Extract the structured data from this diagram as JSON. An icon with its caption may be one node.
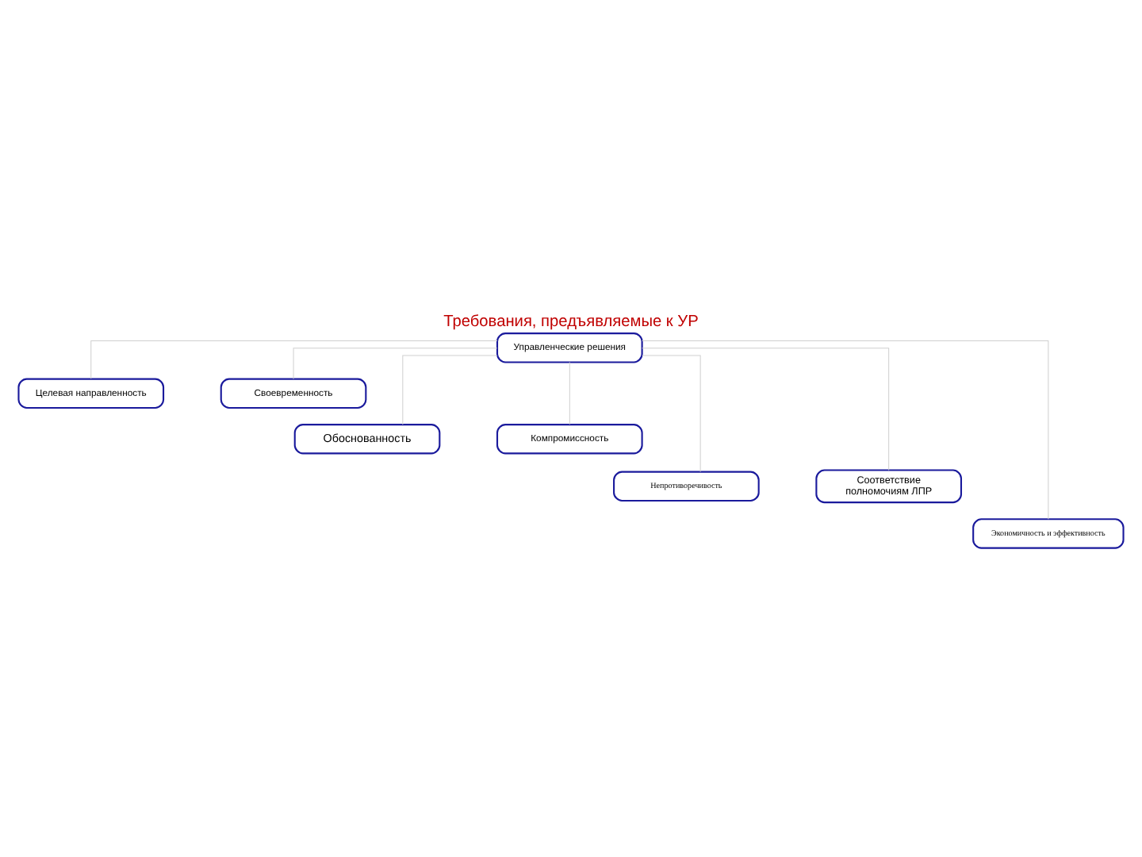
{
  "diagram": {
    "title": "Требования, предъявляемые к УР",
    "nodes": [
      {
        "text": [
          "Управленческие решения"
        ]
      },
      {
        "text": [
          "Целевая направленность"
        ]
      },
      {
        "text": [
          "Своевременность"
        ]
      },
      {
        "text": [
          "Обоснованность"
        ]
      },
      {
        "text": [
          "Компромиссность"
        ]
      },
      {
        "text": [
          "Непротиворечивость"
        ]
      },
      {
        "text": [
          "Соответствие полномочиям ЛПР"
        ]
      },
      {
        "text": [
          "Экономичность и эффективность"
        ]
      }
    ],
    "edges": [
      {
        "from": 0,
        "to": 1,
        "arrow": "none"
      },
      {
        "from": 0,
        "to": 2,
        "arrow": "none"
      },
      {
        "from": 0,
        "to": 3,
        "arrow": "none"
      },
      {
        "from": 0,
        "to": 4,
        "arrow": "none"
      },
      {
        "from": 0,
        "to": 5,
        "arrow": "none"
      },
      {
        "from": 0,
        "to": 6,
        "arrow": "none"
      },
      {
        "from": 0,
        "to": 7,
        "arrow": "none"
      }
    ]
  }
}
